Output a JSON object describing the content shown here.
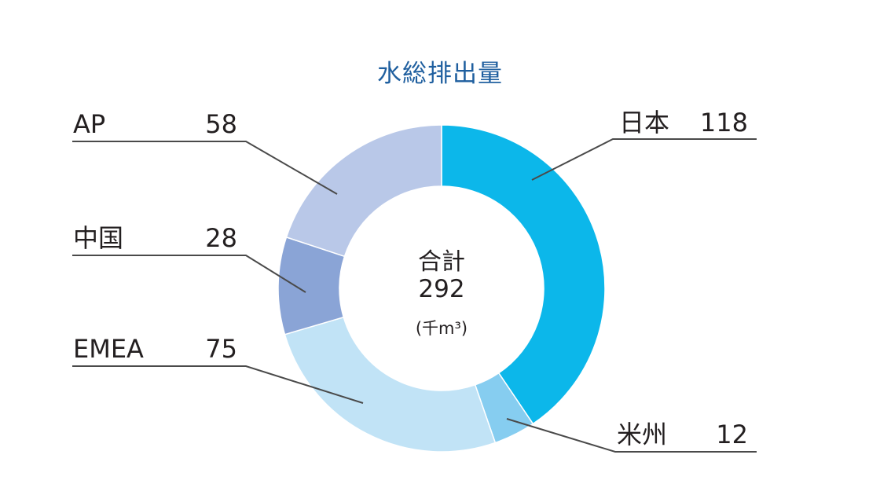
{
  "title": "水総排出量",
  "center": {
    "label": "合計",
    "total": "292",
    "unit": "(千m³)"
  },
  "chart_data": {
    "type": "pie",
    "subtype": "donut",
    "title": "水総排出量",
    "unit": "千m³",
    "total": 292,
    "categories": [
      "日本",
      "米州",
      "EMEA",
      "中国",
      "AP"
    ],
    "values": [
      118,
      12,
      75,
      28,
      58
    ],
    "colors": [
      "#0cb7ea",
      "#86cdf0",
      "#c1e3f6",
      "#8aa4d6",
      "#b9c8e8"
    ],
    "start_angle_deg": 0,
    "direction": "clockwise"
  },
  "labels": [
    {
      "name": "日本",
      "value": "118"
    },
    {
      "name": "米州",
      "value": "12"
    },
    {
      "name": "EMEA",
      "value": "75"
    },
    {
      "name": "中国",
      "value": "28"
    },
    {
      "name": "AP",
      "value": "58"
    }
  ]
}
